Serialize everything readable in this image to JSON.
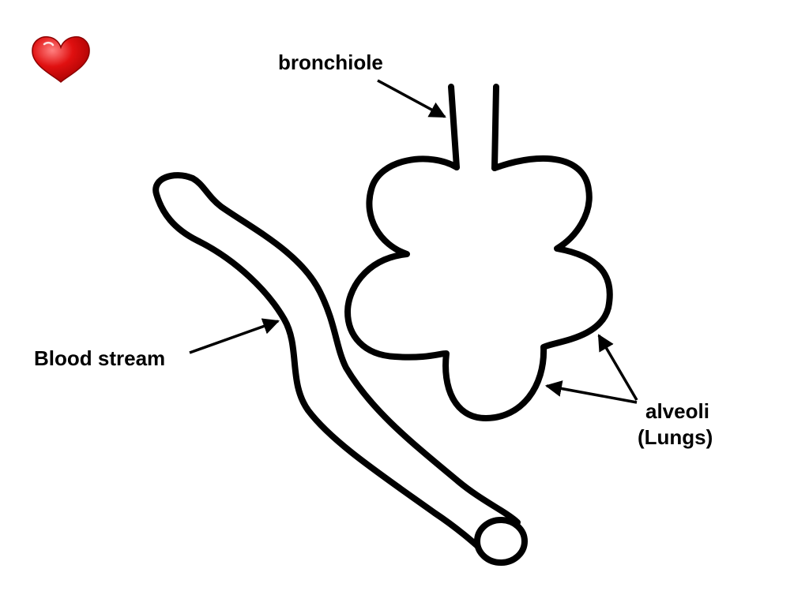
{
  "labels": {
    "bronchiole": "bronchiole",
    "blood_stream": "Blood stream",
    "alveoli_line1": "alveoli",
    "alveoli_line2": "(Lungs)"
  },
  "icons": {
    "heart": "heart-icon"
  },
  "colors": {
    "heart": "#e01010",
    "outline": "#000000",
    "background": "#ffffff"
  }
}
